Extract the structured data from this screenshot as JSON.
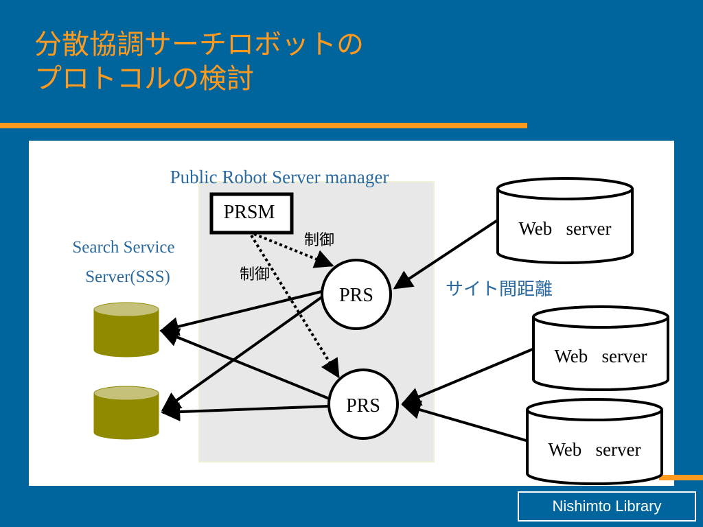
{
  "slide": {
    "title_line1": "分散協調サーチロボットの",
    "title_line2": "プロトコルの検討",
    "footer": "Nishimto Library"
  },
  "diagram": {
    "prsm_group_label": "Public Robot Server manager",
    "prsm_label": "PRSM",
    "prs_upper": "PRS",
    "prs_lower": "PRS",
    "control_label_1": "制御",
    "control_label_2": "制御",
    "sss_label_line1": "Search Service",
    "sss_label_line2": "Server(SSS)",
    "site_distance_label": "サイト間距離",
    "web_server_1": "Web   server",
    "web_server_2": "Web   server",
    "web_server_3": "Web   server"
  },
  "colors": {
    "background": "#00659c",
    "accent": "#ff9a1f",
    "db_fill": "#8f8a00",
    "caption_blue": "#2a6aa0",
    "zone_fill": "#e8e8e8"
  }
}
